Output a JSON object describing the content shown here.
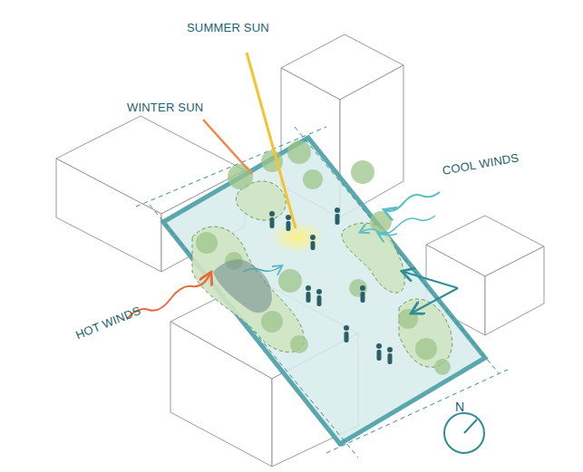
{
  "diagram": {
    "labels": [
      "SUMMER SUN",
      "WINTER SUN",
      "COOL WINDS",
      "HOT WINDS",
      "N"
    ]
  }
}
